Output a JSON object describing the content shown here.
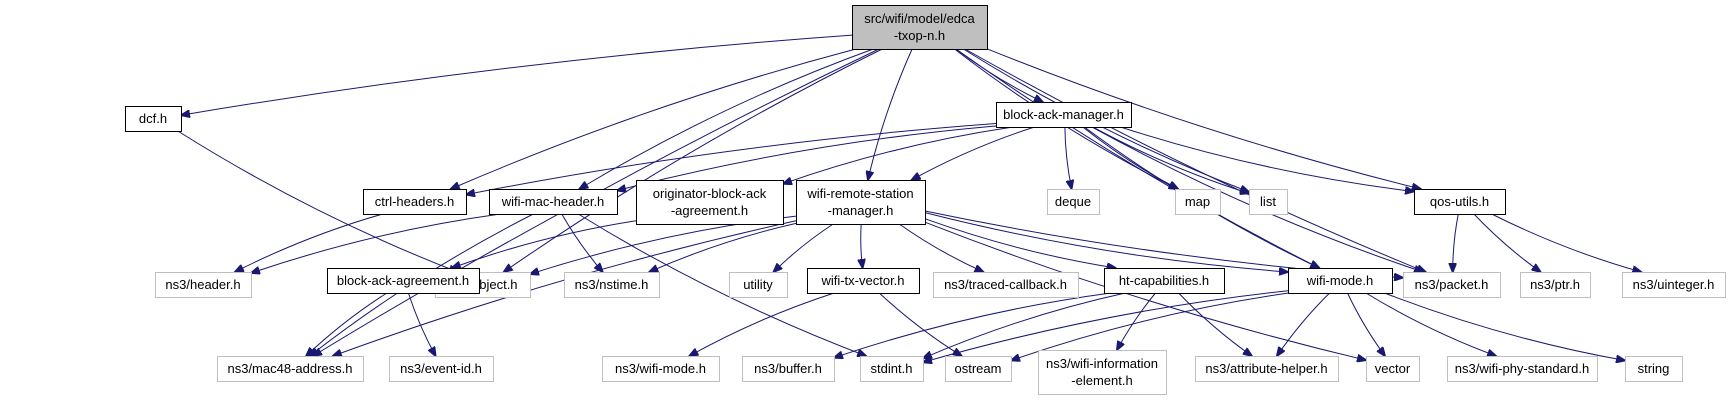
{
  "colors": {
    "edge": "#191970",
    "root_fill": "#bfbfbf",
    "root_border": "#000000",
    "internal_border": "#000000",
    "external_border": "#bfbfbf",
    "node_fill": "#ffffff"
  },
  "nodes": [
    {
      "id": "root",
      "kind": "root",
      "lines": [
        "src/wifi/model/edca",
        "-txop-n.h"
      ]
    },
    {
      "id": "dcf",
      "kind": "internal",
      "lines": [
        "dcf.h"
      ]
    },
    {
      "id": "bam",
      "kind": "internal",
      "lines": [
        "block-ack-manager.h"
      ]
    },
    {
      "id": "ctrl",
      "kind": "internal",
      "lines": [
        "ctrl-headers.h"
      ]
    },
    {
      "id": "wmh",
      "kind": "internal",
      "lines": [
        "wifi-mac-header.h"
      ]
    },
    {
      "id": "oba",
      "kind": "internal",
      "lines": [
        "originator-block-ack",
        "-agreement.h"
      ]
    },
    {
      "id": "wrsm",
      "kind": "internal",
      "lines": [
        "wifi-remote-station",
        "-manager.h"
      ]
    },
    {
      "id": "deque",
      "kind": "external",
      "lines": [
        "deque"
      ]
    },
    {
      "id": "map",
      "kind": "external",
      "lines": [
        "map"
      ]
    },
    {
      "id": "list",
      "kind": "external",
      "lines": [
        "list"
      ]
    },
    {
      "id": "qos",
      "kind": "internal",
      "lines": [
        "qos-utils.h"
      ]
    },
    {
      "id": "object",
      "kind": "external",
      "lines": [
        "ns3/object.h"
      ]
    },
    {
      "id": "header",
      "kind": "external",
      "lines": [
        "ns3/header.h"
      ]
    },
    {
      "id": "baa",
      "kind": "internal",
      "lines": [
        "block-ack-agreement.h"
      ]
    },
    {
      "id": "nstime",
      "kind": "external",
      "lines": [
        "ns3/nstime.h"
      ]
    },
    {
      "id": "utility",
      "kind": "external",
      "lines": [
        "utility"
      ]
    },
    {
      "id": "wtv",
      "kind": "internal",
      "lines": [
        "wifi-tx-vector.h"
      ]
    },
    {
      "id": "traced",
      "kind": "external",
      "lines": [
        "ns3/traced-callback.h"
      ]
    },
    {
      "id": "htcap",
      "kind": "internal",
      "lines": [
        "ht-capabilities.h"
      ]
    },
    {
      "id": "wifimode",
      "kind": "internal",
      "lines": [
        "wifi-mode.h"
      ]
    },
    {
      "id": "packet",
      "kind": "external",
      "lines": [
        "ns3/packet.h"
      ]
    },
    {
      "id": "ptr",
      "kind": "external",
      "lines": [
        "ns3/ptr.h"
      ]
    },
    {
      "id": "uinteger",
      "kind": "external",
      "lines": [
        "ns3/uinteger.h"
      ]
    },
    {
      "id": "mac48",
      "kind": "external",
      "lines": [
        "ns3/mac48-address.h"
      ]
    },
    {
      "id": "eventid",
      "kind": "external",
      "lines": [
        "ns3/event-id.h"
      ]
    },
    {
      "id": "nswifimode",
      "kind": "external",
      "lines": [
        "ns3/wifi-mode.h"
      ]
    },
    {
      "id": "buffer",
      "kind": "external",
      "lines": [
        "ns3/buffer.h"
      ]
    },
    {
      "id": "stdint",
      "kind": "external",
      "lines": [
        "stdint.h"
      ]
    },
    {
      "id": "ostream",
      "kind": "external",
      "lines": [
        "ostream"
      ]
    },
    {
      "id": "wie",
      "kind": "external",
      "lines": [
        "ns3/wifi-information",
        "-element.h"
      ]
    },
    {
      "id": "attr",
      "kind": "external",
      "lines": [
        "ns3/attribute-helper.h"
      ]
    },
    {
      "id": "vector",
      "kind": "external",
      "lines": [
        "vector"
      ]
    },
    {
      "id": "phystd",
      "kind": "external",
      "lines": [
        "ns3/wifi-phy-standard.h"
      ]
    },
    {
      "id": "string",
      "kind": "external",
      "lines": [
        "string"
      ]
    }
  ],
  "edges": [
    {
      "from": "root",
      "to": "dcf"
    },
    {
      "from": "root",
      "to": "bam"
    },
    {
      "from": "root",
      "to": "ctrl"
    },
    {
      "from": "root",
      "to": "wmh"
    },
    {
      "from": "root",
      "to": "wrsm"
    },
    {
      "from": "root",
      "to": "map"
    },
    {
      "from": "root",
      "to": "list"
    },
    {
      "from": "root",
      "to": "qos"
    },
    {
      "from": "root",
      "to": "object"
    },
    {
      "from": "root",
      "to": "mac48"
    },
    {
      "from": "root",
      "to": "packet"
    },
    {
      "from": "root",
      "to": "wifimode"
    },
    {
      "from": "dcf",
      "to": "object"
    },
    {
      "from": "bam",
      "to": "ctrl"
    },
    {
      "from": "bam",
      "to": "wmh"
    },
    {
      "from": "bam",
      "to": "oba"
    },
    {
      "from": "bam",
      "to": "wrsm"
    },
    {
      "from": "bam",
      "to": "deque"
    },
    {
      "from": "bam",
      "to": "map"
    },
    {
      "from": "bam",
      "to": "list"
    },
    {
      "from": "bam",
      "to": "qos"
    },
    {
      "from": "bam",
      "to": "packet"
    },
    {
      "from": "bam",
      "to": "wifimode"
    },
    {
      "from": "ctrl",
      "to": "header"
    },
    {
      "from": "wmh",
      "to": "header"
    },
    {
      "from": "wmh",
      "to": "mac48"
    },
    {
      "from": "wmh",
      "to": "nstime"
    },
    {
      "from": "wmh",
      "to": "stdint"
    },
    {
      "from": "oba",
      "to": "baa"
    },
    {
      "from": "baa",
      "to": "mac48"
    },
    {
      "from": "baa",
      "to": "eventid"
    },
    {
      "from": "wrsm",
      "to": "object"
    },
    {
      "from": "wrsm",
      "to": "nstime"
    },
    {
      "from": "wrsm",
      "to": "utility"
    },
    {
      "from": "wrsm",
      "to": "wtv"
    },
    {
      "from": "wrsm",
      "to": "traced"
    },
    {
      "from": "wrsm",
      "to": "htcap"
    },
    {
      "from": "wrsm",
      "to": "wifimode"
    },
    {
      "from": "wrsm",
      "to": "packet"
    },
    {
      "from": "wrsm",
      "to": "vector"
    },
    {
      "from": "wrsm",
      "to": "mac48"
    },
    {
      "from": "qos",
      "to": "packet"
    },
    {
      "from": "qos",
      "to": "ptr"
    },
    {
      "from": "qos",
      "to": "uinteger"
    },
    {
      "from": "wtv",
      "to": "nswifimode"
    },
    {
      "from": "wtv",
      "to": "ostream"
    },
    {
      "from": "htcap",
      "to": "buffer"
    },
    {
      "from": "htcap",
      "to": "stdint"
    },
    {
      "from": "htcap",
      "to": "wie"
    },
    {
      "from": "htcap",
      "to": "attr"
    },
    {
      "from": "wifimode",
      "to": "stdint"
    },
    {
      "from": "wifimode",
      "to": "ostream"
    },
    {
      "from": "wifimode",
      "to": "attr"
    },
    {
      "from": "wifimode",
      "to": "vector"
    },
    {
      "from": "wifimode",
      "to": "phystd"
    },
    {
      "from": "wifimode",
      "to": "string"
    }
  ]
}
